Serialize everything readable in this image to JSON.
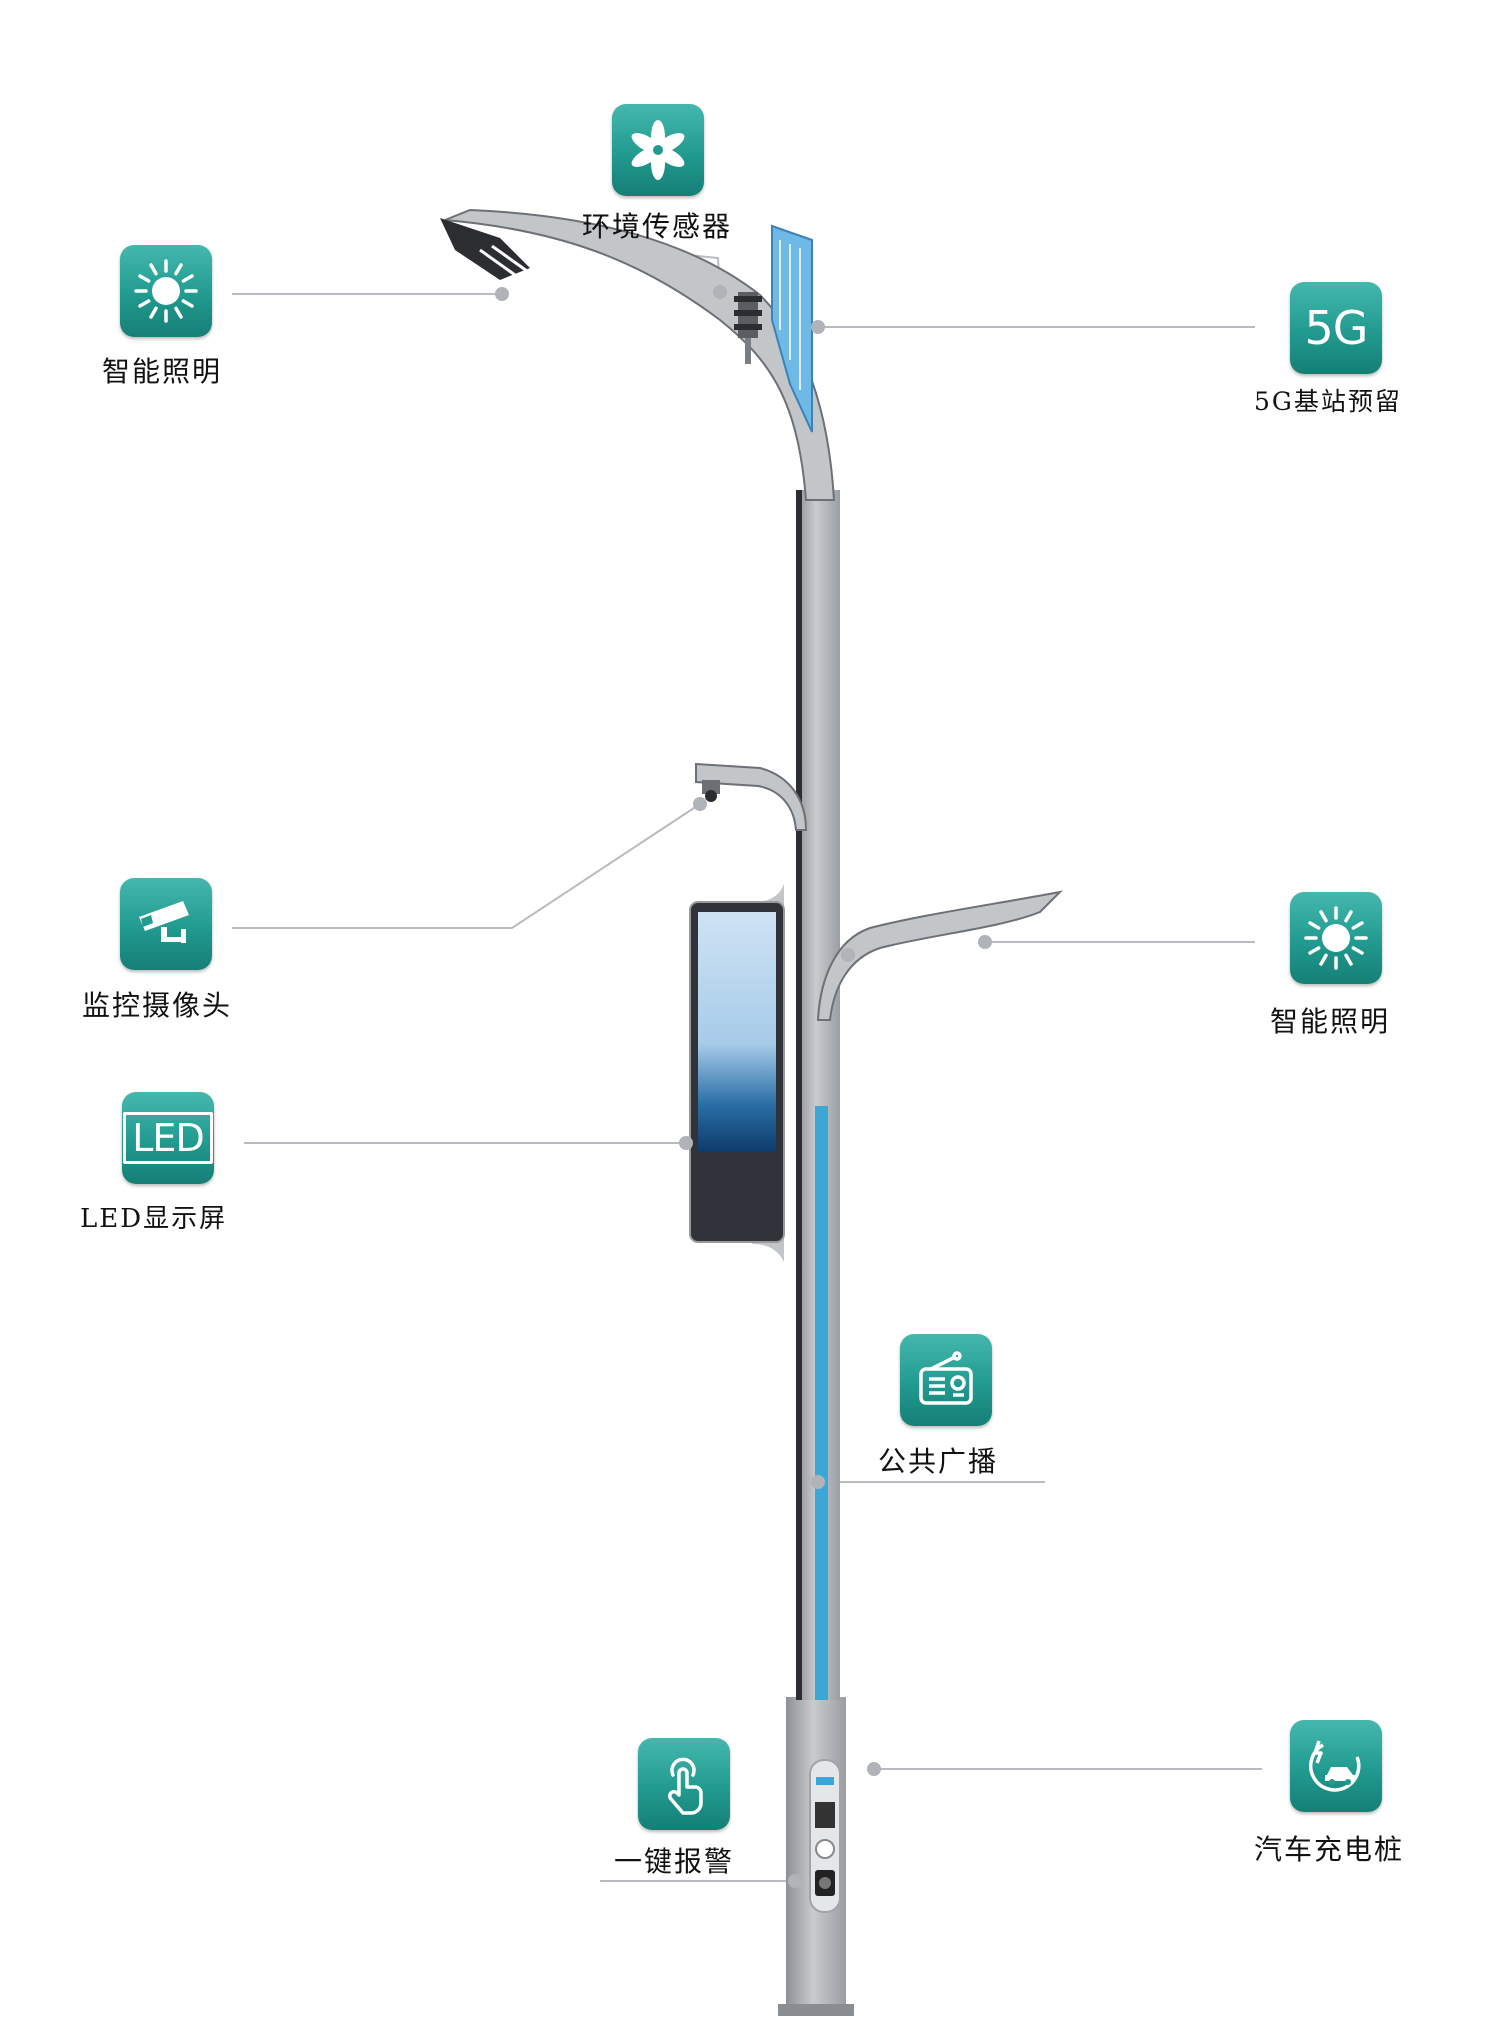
{
  "features": {
    "env_sensor": {
      "label": "环境传感器",
      "icon": "flower-icon"
    },
    "light_top": {
      "label": "智能照明",
      "icon": "sun-icon"
    },
    "base_station": {
      "label": "5G基站预留",
      "icon": "5g-icon",
      "icon_text": "5G"
    },
    "camera": {
      "label": "监控摄像头",
      "icon": "cctv-camera-icon"
    },
    "light_mid": {
      "label": "智能照明",
      "icon": "sun-icon"
    },
    "led_screen": {
      "label": "LED显示屏",
      "icon": "led-icon",
      "icon_text": "LED"
    },
    "broadcast": {
      "label": "公共广播",
      "icon": "radio-icon"
    },
    "alarm": {
      "label": "一键报警",
      "icon": "touch-hand-icon"
    },
    "charging": {
      "label": "汽车充电桩",
      "icon": "ev-charging-icon"
    }
  },
  "colors": {
    "tile": "#219a8f",
    "pole": "#b4b7bb",
    "pole_dark": "#2a2d31",
    "accent_strip": "#3aa7d6",
    "leader_line": "#b8bcc0"
  }
}
